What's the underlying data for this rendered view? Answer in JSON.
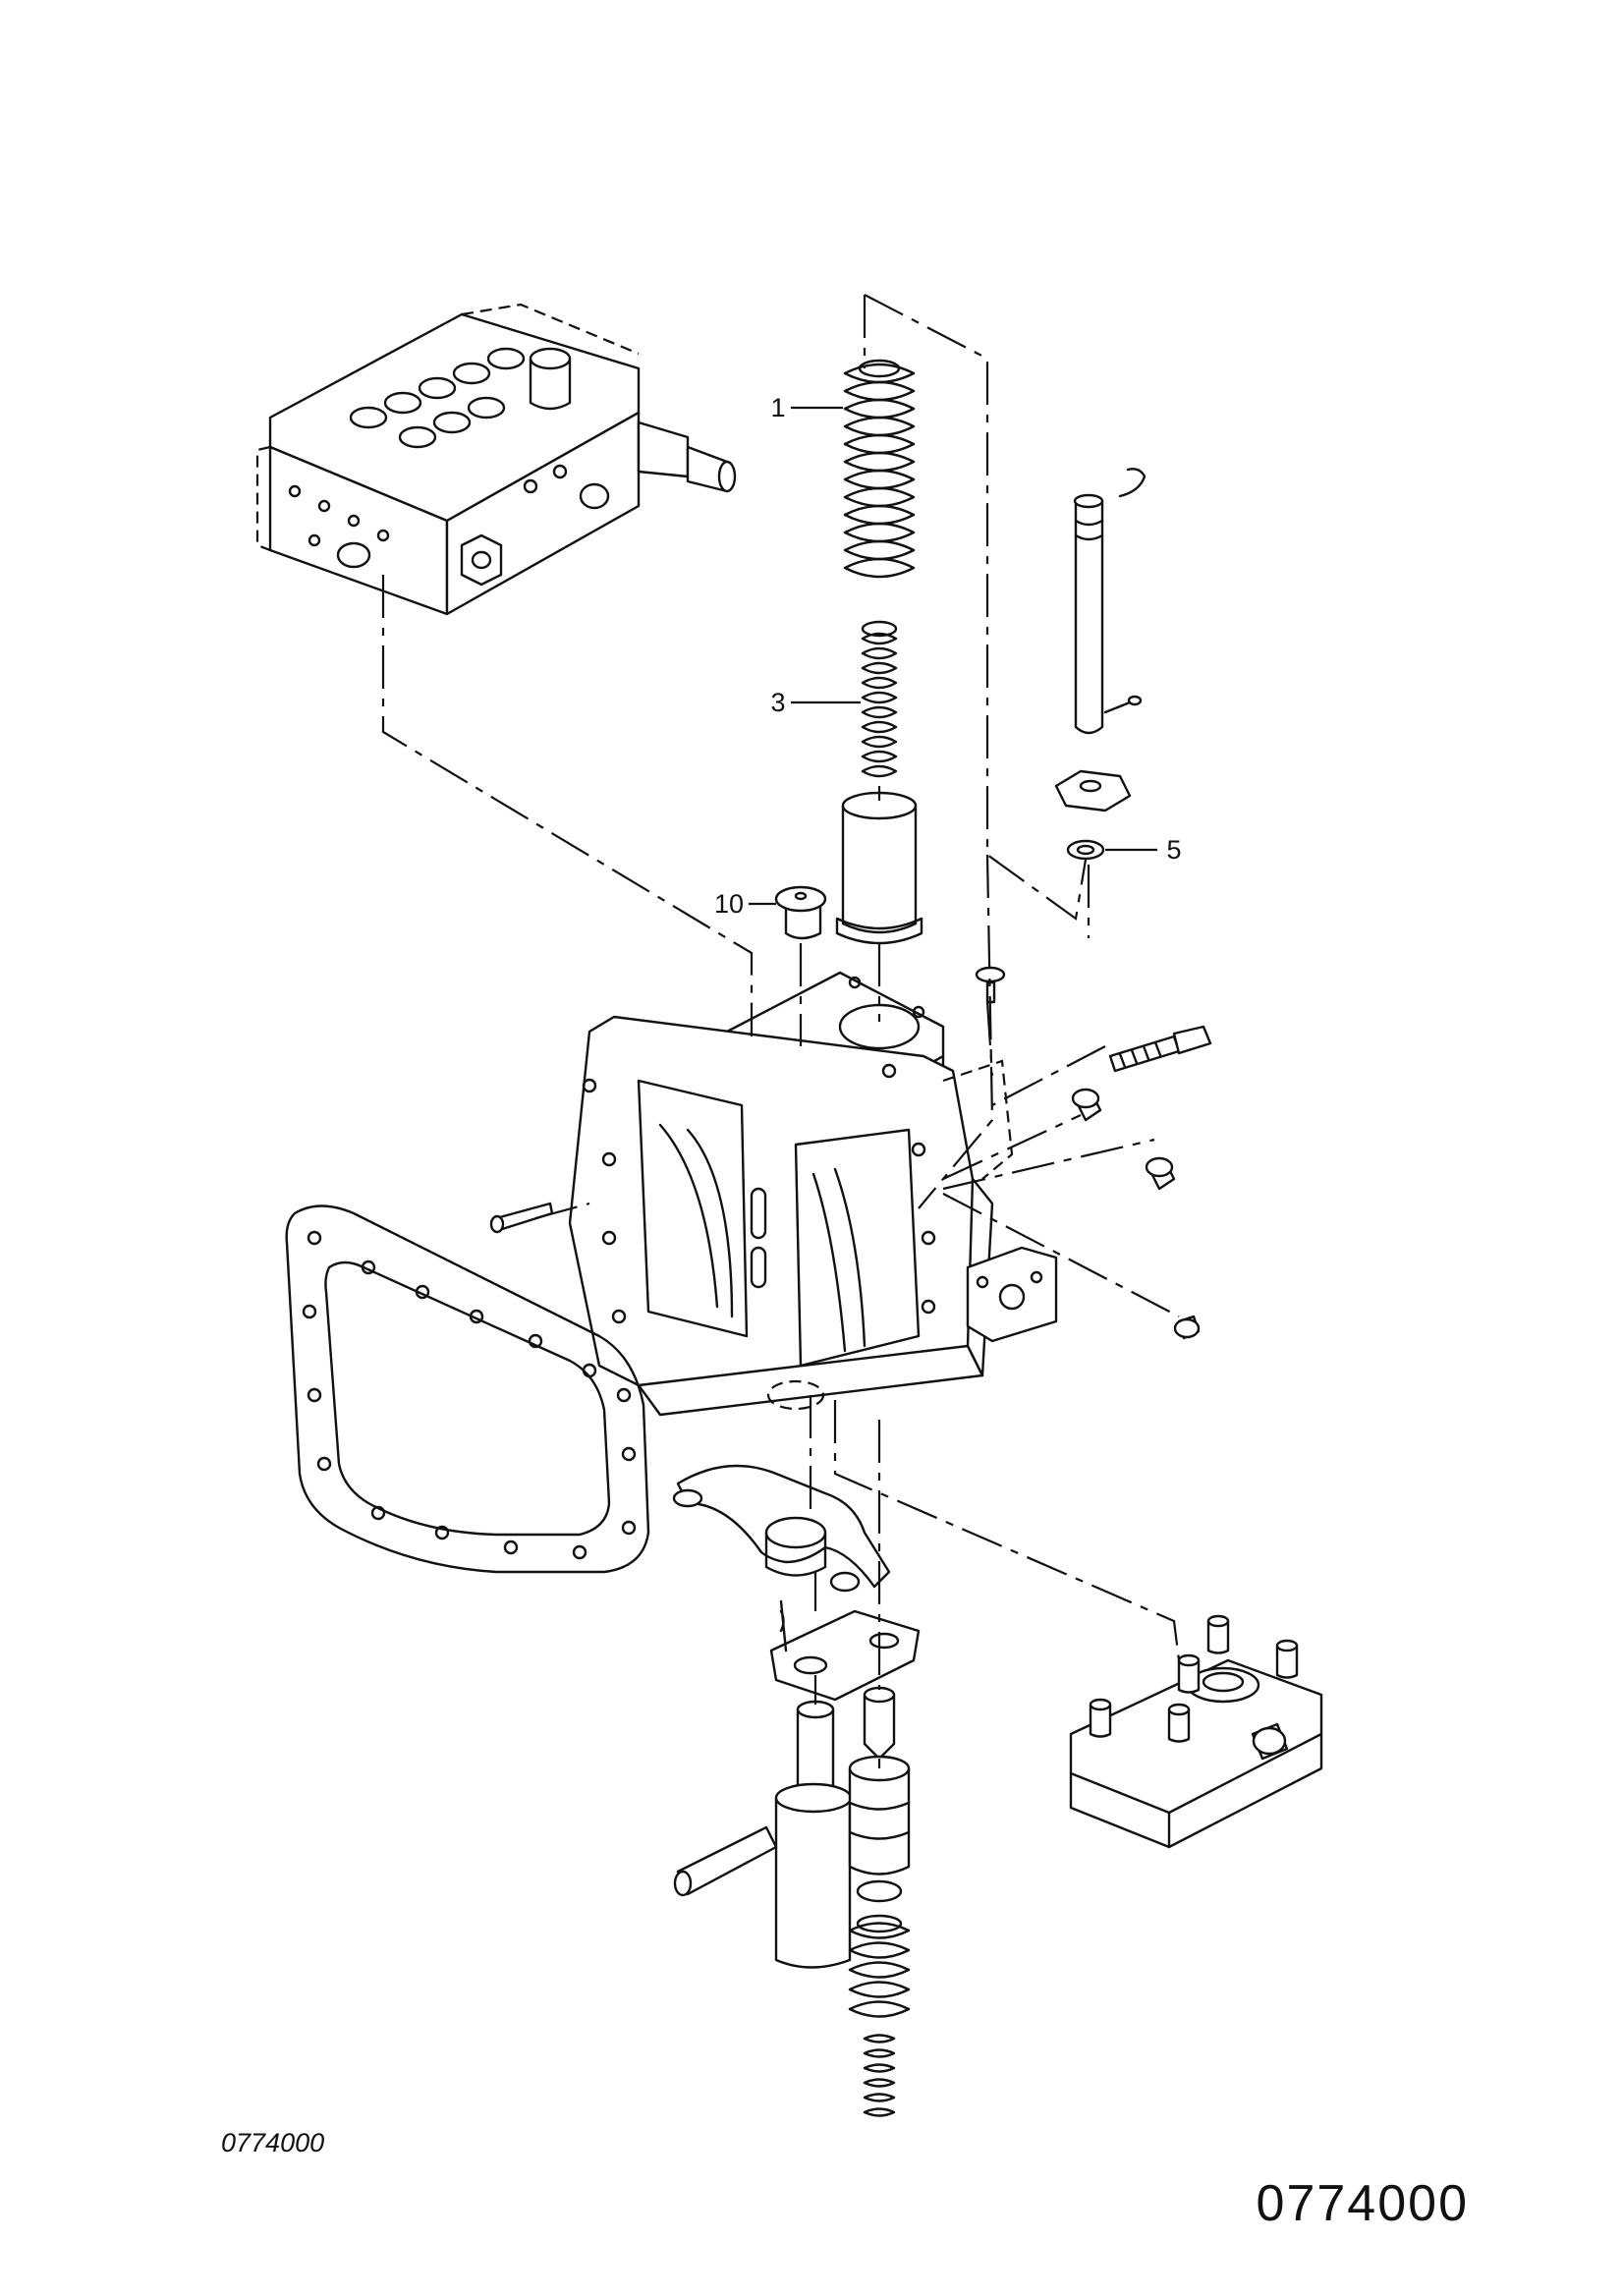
{
  "callouts": {
    "c1": "1",
    "c3": "3",
    "c5": "5",
    "c10": "10"
  },
  "reference": {
    "small": "0774000",
    "large": "0774000"
  }
}
